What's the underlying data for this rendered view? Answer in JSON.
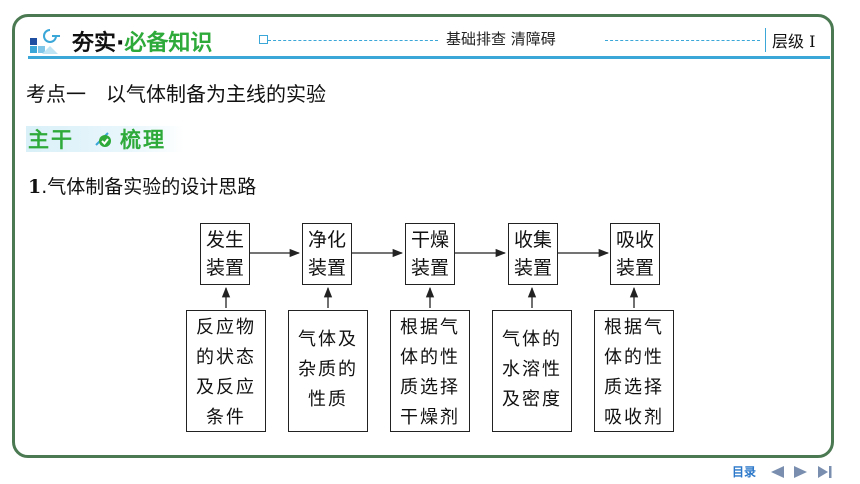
{
  "header": {
    "title_part1": "夯实",
    "title_sep": "·",
    "title_part2": "必备知识",
    "center_text": "基础排查  清障碍",
    "level_text": "层级 Ⅰ",
    "accent_color": "#3aa7d8",
    "green_color": "#2eaa3a"
  },
  "subtitle": "考点一　以气体制备为主线的实验",
  "section": {
    "label1": "主干",
    "label2": "梳理"
  },
  "point": {
    "number": "1",
    "text": ".气体制备实验的设计思路"
  },
  "stages": [
    {
      "line1": "发生",
      "line2": "装置"
    },
    {
      "line1": "净化",
      "line2": "装置"
    },
    {
      "line1": "干燥",
      "line2": "装置"
    },
    {
      "line1": "收集",
      "line2": "装置"
    },
    {
      "line1": "吸收",
      "line2": "装置"
    }
  ],
  "notes": [
    {
      "lines": [
        "反应物",
        "的状态",
        "及反应",
        "条件"
      ]
    },
    {
      "lines": [
        "气体及",
        "杂质的",
        "性质"
      ]
    },
    {
      "lines": [
        "根据气",
        "体的性",
        "质选择",
        "干燥剂"
      ]
    },
    {
      "lines": [
        "气体的",
        "水溶性",
        "及密度"
      ]
    },
    {
      "lines": [
        "根据气",
        "体的性",
        "质选择",
        "吸收剂"
      ]
    }
  ],
  "nav": {
    "label": "目录",
    "icons": [
      "prev-icon",
      "next-icon",
      "last-icon"
    ]
  }
}
